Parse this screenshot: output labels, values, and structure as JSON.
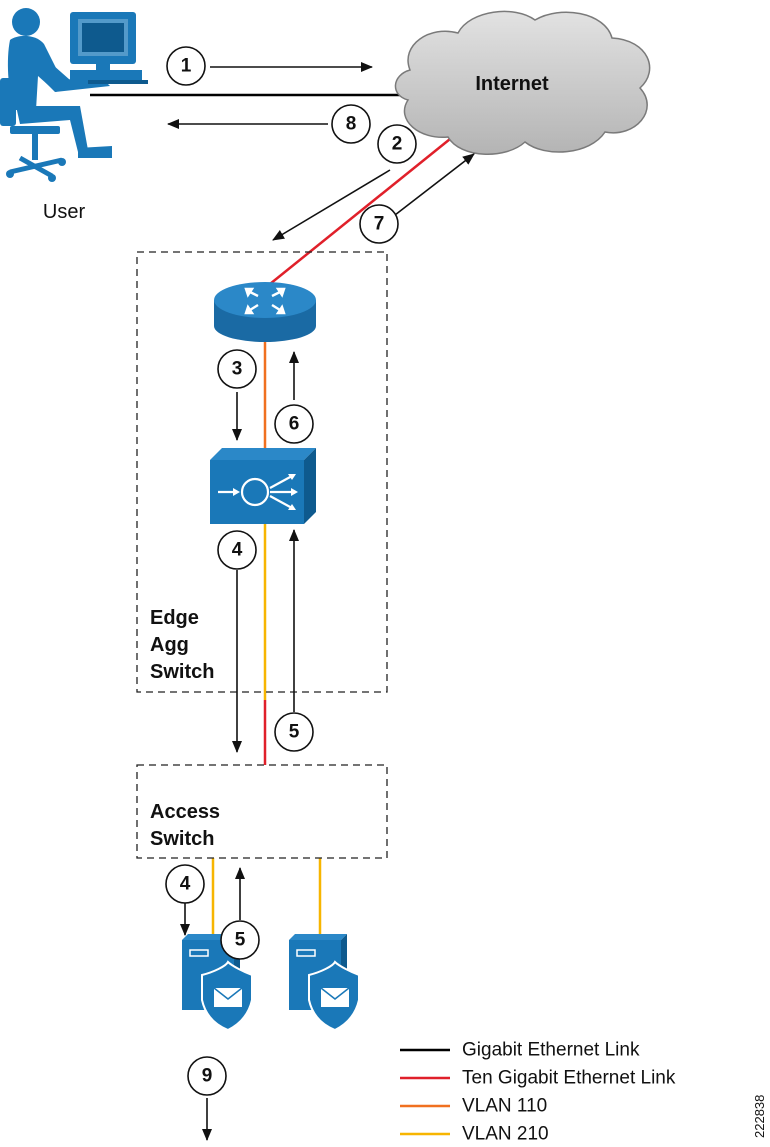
{
  "labels": {
    "user": "User",
    "internet": "Internet",
    "edge_line1": "Edge",
    "edge_line2": "Agg",
    "edge_line3": "Switch",
    "access_line1": "Access",
    "access_line2": "Switch",
    "figure_id": "222838"
  },
  "steps": [
    "1",
    "2",
    "3",
    "4",
    "5",
    "6",
    "7",
    "8",
    "4",
    "5",
    "9"
  ],
  "legend": [
    {
      "label": "Gigabit Ethernet Link",
      "color": "#000000"
    },
    {
      "label": "Ten Gigabit Ethernet Link",
      "color": "#e0202a"
    },
    {
      "label": "VLAN 110",
      "color": "#f07020"
    },
    {
      "label": "VLAN 210",
      "color": "#f7b500"
    }
  ],
  "colors": {
    "device_blue": "#1a78b8",
    "cloud_gray": "#c8c8c8"
  },
  "icons": [
    "user-workstation-icon",
    "cloud-icon",
    "router-icon",
    "layer3-switch-icon",
    "email-security-appliance-icon"
  ]
}
